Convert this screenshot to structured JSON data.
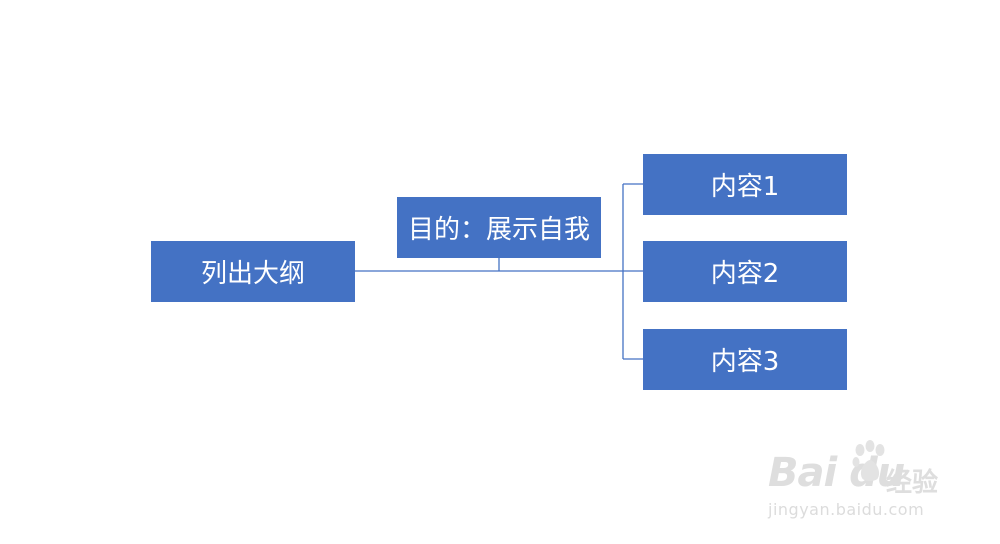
{
  "diagram": {
    "root": {
      "label": "列出大纲"
    },
    "purpose": {
      "label": "目的：展示自我"
    },
    "contents": [
      {
        "label": "内容1"
      },
      {
        "label": "内容2"
      },
      {
        "label": "内容3"
      }
    ]
  },
  "colors": {
    "node_fill": "#4472C4",
    "node_text": "#FFFFFF",
    "connector": "#4472C4",
    "background": "#FFFFFF"
  },
  "watermark": {
    "brand": "Bai du",
    "brand_cn": "经验",
    "url": "jingyan.baidu.com",
    "icon": "paw-icon"
  }
}
